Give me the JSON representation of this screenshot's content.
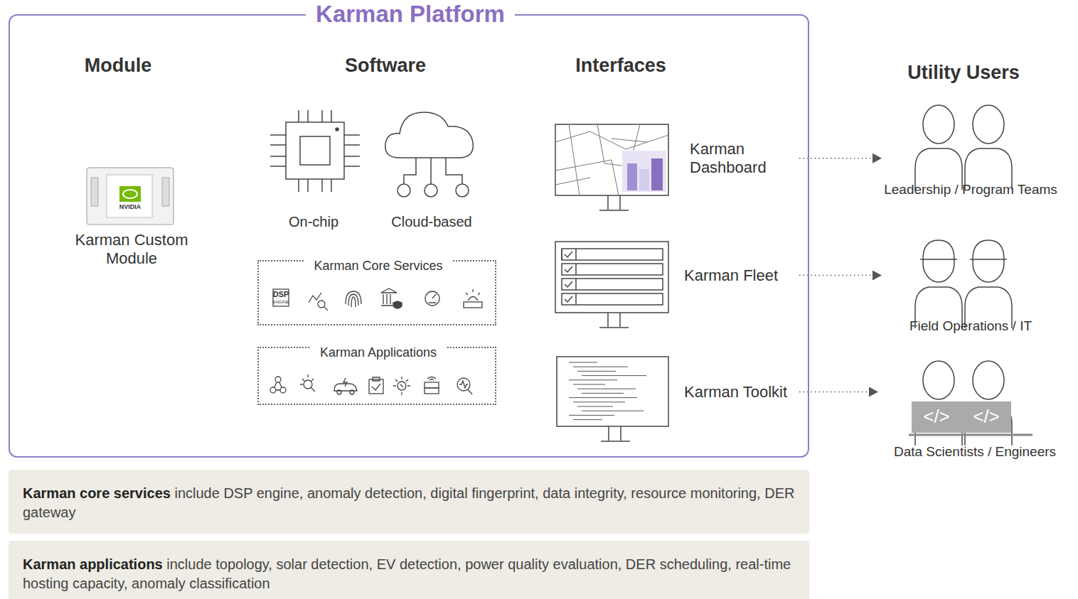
{
  "diagram": {
    "nodes": [
      {
        "text": [
          "Karman Platform"
        ]
      },
      {
        "text": [
          "Karman Custom Module"
        ],
        "in": 0
      },
      {
        "text": [
          "Karman Core Services"
        ],
        "in": 0
      },
      {
        "text": [
          "Karman Applications"
        ],
        "in": 0
      },
      {
        "text": [
          "Karman Dashboard"
        ],
        "in": 0
      },
      {
        "text": [
          "Karman Fleet"
        ],
        "in": 0
      },
      {
        "text": [
          "Karman Toolkit"
        ],
        "in": 0
      },
      {
        "text": [
          "Leadership / Program Teams"
        ]
      },
      {
        "text": [
          "Field Operations / IT"
        ]
      },
      {
        "text": [
          "Data Scientists / Engineers"
        ]
      },
      {
        "text": [
          "Karman core services",
          "include DSP engine, anomaly detection, digital fingerprint, data integrity, resource monitoring, DER gateway"
        ]
      },
      {
        "text": [
          "Karman applications",
          "include topology, solar detection, EV detection, power quality evaluation, DER scheduling, real-time hosting capacity, anomaly classification"
        ]
      }
    ],
    "edges": [
      {
        "from": 4,
        "to": 7,
        "arrow": "to"
      },
      {
        "from": 5,
        "to": 8,
        "arrow": "to"
      },
      {
        "from": 6,
        "to": 9,
        "arrow": "to"
      }
    ],
    "labels": [
      "Module",
      "Software",
      "Interfaces",
      "Utility Users",
      "On-chip",
      "Cloud-based",
      "DSP",
      "ENGINE",
      "NVIDIA",
      "</>",
      "</>"
    ]
  }
}
